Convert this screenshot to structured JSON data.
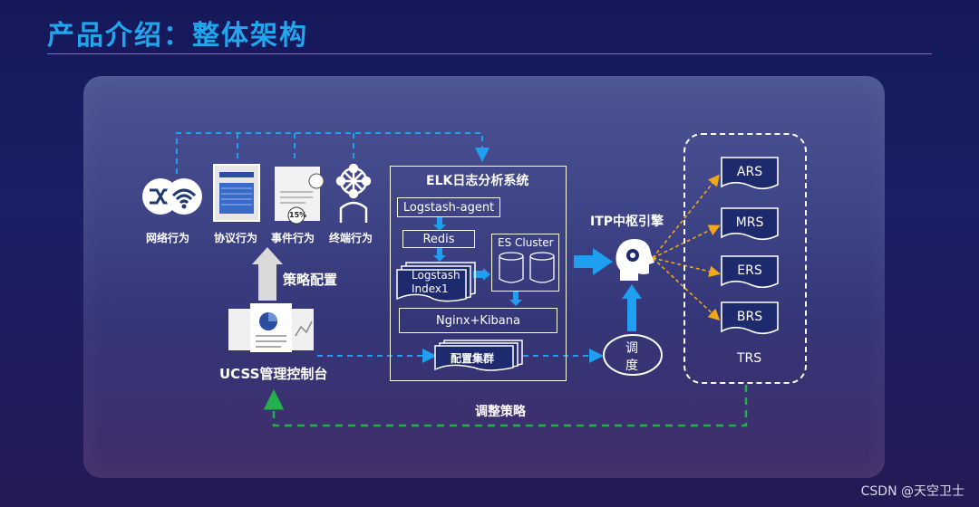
{
  "header": {
    "title": "产品介绍：整体架构"
  },
  "behaviors": [
    {
      "label": "网络行为",
      "icon": "network-behavior-icon"
    },
    {
      "label": "协议行为",
      "icon": "protocol-document-icon"
    },
    {
      "label": "事件行为",
      "icon": "event-report-icon",
      "badge": "15%"
    },
    {
      "label": "终端行为",
      "icon": "terminal-person-icon"
    }
  ],
  "policy_config": "策略配置",
  "console": {
    "label": "UCSS管理控制台"
  },
  "elk": {
    "title": "ELK日志分析系统",
    "logstash_agent": "Logstash-agent",
    "redis": "Redis",
    "logstash_index": [
      "Logstash",
      "Index1"
    ],
    "es_cluster": "ES Cluster",
    "nginx_kibana": "Nginx+Kibana",
    "config_cluster": "配置集群"
  },
  "itp": {
    "label": "ITP中枢引擎"
  },
  "schedule": {
    "line1": "调",
    "line2": "度"
  },
  "adjust_policy": "调整策略",
  "engines": [
    "ARS",
    "MRS",
    "ERS",
    "BRS"
  ],
  "trs": "TRS",
  "watermark": "CSDN @天空卫士",
  "colors": {
    "title": "#21a6ee",
    "flow_arrow": "#1e9ff0",
    "fanout_arrow": "#f0a818",
    "feedback": "#22b04a"
  }
}
